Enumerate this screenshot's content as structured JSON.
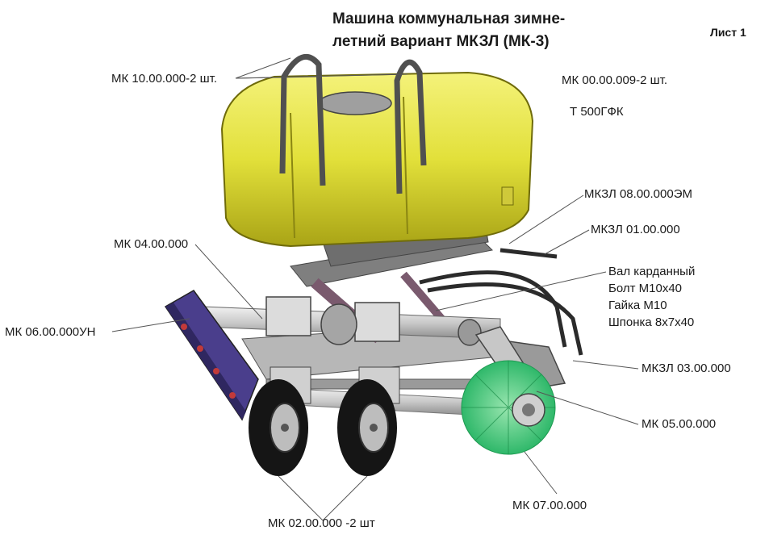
{
  "title": {
    "line1": "Машина коммунальная зимне-",
    "line2": "летний вариант МКЗЛ   (МК-3)"
  },
  "sheet": "Лист 1",
  "labels": {
    "handles": "МК 10.00.000-2 шт.",
    "part_009": "МК 00.00.009-2 шт.",
    "tank": "Т 500ГФК",
    "mkzl_08": "МКЗЛ 08.00.000ЭМ",
    "mkzl_01": "МКЗЛ 01.00.000",
    "mk_04": "МК 04.00.000",
    "mk_06": "МК 06.00.000УН",
    "mkzl_03": "МКЗЛ 03.00.000",
    "mk_05": "МК 05.00.000",
    "mk_07": "МК 07.00.000",
    "mk_02": "МК 02.00.000 -2 шт"
  },
  "drive_parts": [
    "Вал карданный",
    "Болт М10х40",
    "Гайка М10",
    "Шпонка 8х7х40"
  ]
}
